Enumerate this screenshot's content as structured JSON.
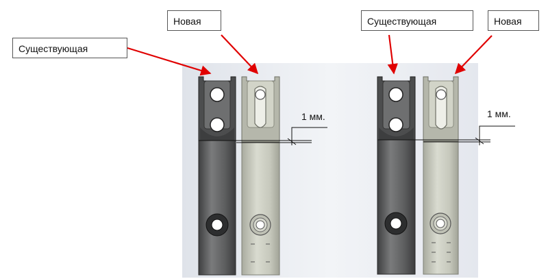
{
  "callouts": {
    "left_existing": "Существующая",
    "left_new": "Новая",
    "right_existing": "Существующая",
    "right_new": "Новая"
  },
  "dimensions": {
    "left": "1 мм.",
    "right": "1 мм."
  },
  "colors": {
    "arrow": "#e00000",
    "backdrop": "#e9ecf2",
    "existing_part": "#5f6061",
    "new_part": "#c9cbbf"
  }
}
